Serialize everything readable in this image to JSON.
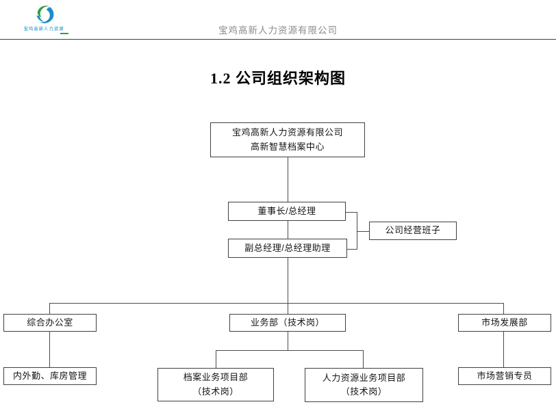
{
  "header": {
    "company_name": "宝鸡高新人力资源有限公司",
    "logo": {
      "caption": "宝鸡高新人力资源",
      "green": "#2fa23c",
      "blue": "#1f8ccc"
    }
  },
  "title": "1.2 公司组织架构图",
  "org_chart": {
    "type": "org-chart",
    "line_color": "#4a4a4a",
    "box_border_color": "#3f3f3f",
    "nodes": {
      "root": {
        "lines": [
          "宝鸡高新人力资源有限公司",
          "高新智慧档案中心"
        ]
      },
      "chairman": {
        "label": "董事长/总经理"
      },
      "management_team": {
        "label": "公司经营班子"
      },
      "vice_gm": {
        "label": "副总经理/总经理助理"
      },
      "admin_office": {
        "label": "综合办公室"
      },
      "business_dept": {
        "label": "业务部（技术岗）"
      },
      "market_dev": {
        "label": "市场发展部"
      },
      "internal_external": {
        "label": "内外勤、库房管理"
      },
      "archive_project": {
        "lines": [
          "档案业务项目部",
          "（技术岗）"
        ]
      },
      "hr_project": {
        "lines": [
          "人力资源业务项目部",
          "（技术岗）"
        ]
      },
      "marketing_specialist": {
        "label": "市场营销专员"
      }
    },
    "edges": [
      {
        "from": "root",
        "to": "chairman"
      },
      {
        "from": "chairman",
        "to": "vice_gm"
      },
      {
        "from": "chairman_and_vice_gm",
        "to": "management_team"
      },
      {
        "from": "vice_gm",
        "to": "admin_office"
      },
      {
        "from": "vice_gm",
        "to": "business_dept"
      },
      {
        "from": "vice_gm",
        "to": "market_dev"
      },
      {
        "from": "admin_office",
        "to": "internal_external"
      },
      {
        "from": "business_dept",
        "to": "archive_project"
      },
      {
        "from": "business_dept",
        "to": "hr_project"
      },
      {
        "from": "market_dev",
        "to": "marketing_specialist"
      }
    ]
  }
}
